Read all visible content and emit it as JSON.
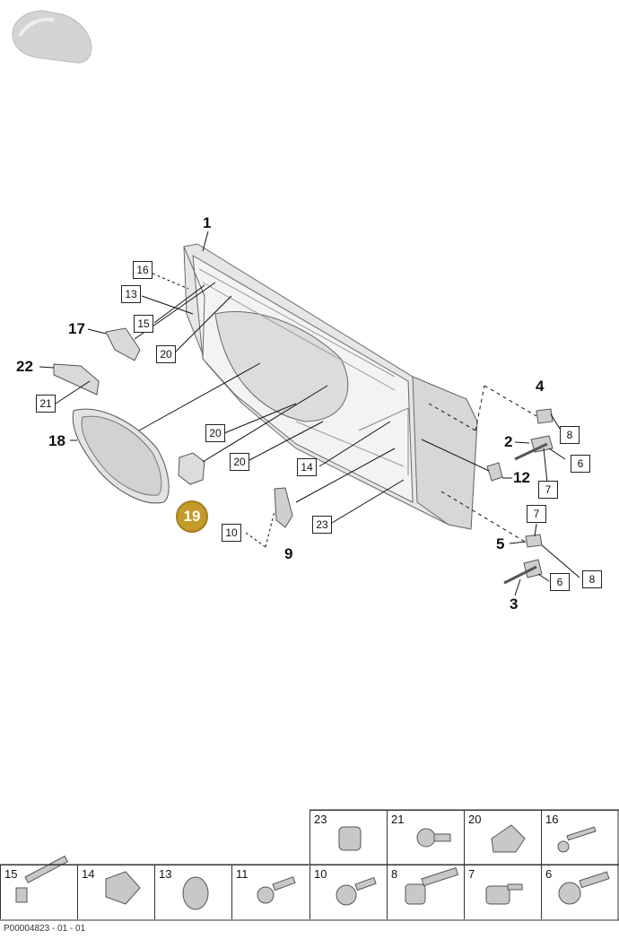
{
  "diagram": {
    "callouts": {
      "c1": "1",
      "c2": "2",
      "c3": "3",
      "c4": "4",
      "c5": "5",
      "c6a": "6",
      "c6b": "6",
      "c7a": "7",
      "c7b": "7",
      "c8a": "8",
      "c8b": "8",
      "c9": "9",
      "c10": "10",
      "c12": "12",
      "c13": "13",
      "c14": "14",
      "c15": "15",
      "c16": "16",
      "c17": "17",
      "c18": "18",
      "c19": "19",
      "c20a": "20",
      "c20b": "20",
      "c20c": "20",
      "c21": "21",
      "c22": "22",
      "c23": "23"
    },
    "highlight_color": "#c49a2b"
  },
  "legend": {
    "row1": [
      "23",
      "21",
      "20",
      "16"
    ],
    "row2": [
      "15",
      "14",
      "13",
      "11",
      "10",
      "8",
      "7",
      "6"
    ]
  },
  "footer": "P00004823 - 01 - 01"
}
